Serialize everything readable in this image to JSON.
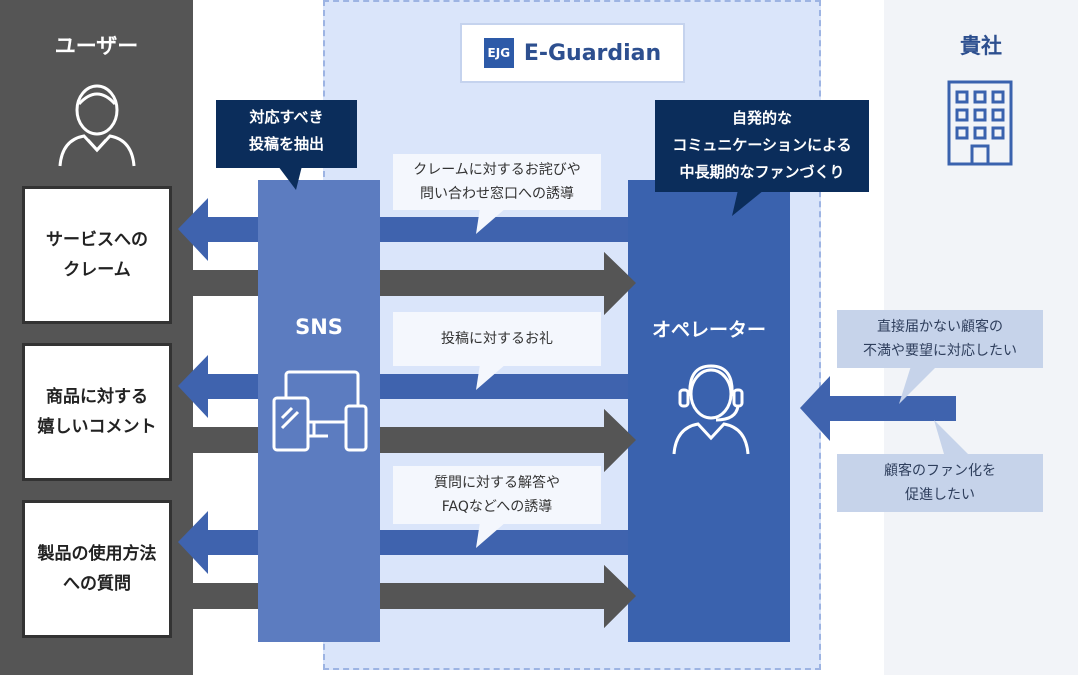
{
  "columns": {
    "user_title": "ユーザー",
    "company_title": "貴社"
  },
  "logo": {
    "mark": "EJG",
    "text": "E-Guardian"
  },
  "user_boxes": [
    {
      "label": "サービスへの\nクレーム"
    },
    {
      "label": "商品に対する\n嬉しいコメント"
    },
    {
      "label": "製品の使用方法\nへの質問"
    }
  ],
  "sns": {
    "label": "SNS"
  },
  "operator": {
    "label": "オペレーター"
  },
  "callouts": {
    "extract": "対応すべき\n投稿を抽出",
    "engagement": "自発的な\nコミュニケーションによる\n中長期的なファンづくり",
    "claim_reply": "クレームに対するお詫びや\n問い合わせ窓口への誘導",
    "thanks": "投稿に対するお礼",
    "faq": "質問に対する解答や\nFAQなどへの誘導",
    "company_need1": "直接届かない顧客の\n不満や要望に対応したい",
    "company_need2": "顧客のファン化を\n促進したい"
  },
  "colors": {
    "user_column": "#555555",
    "eguardian_column": "#dae5fa",
    "company_column": "#f2f4f8",
    "sns": "#5c7cc0",
    "operator": "#3a62ae",
    "arrow_blue": "#3f63ae",
    "arrow_grey": "#555555",
    "callout_dark": "#0b2d5b"
  },
  "icons": [
    "person-icon",
    "building-icon",
    "devices-icon",
    "headset-operator-icon"
  ]
}
